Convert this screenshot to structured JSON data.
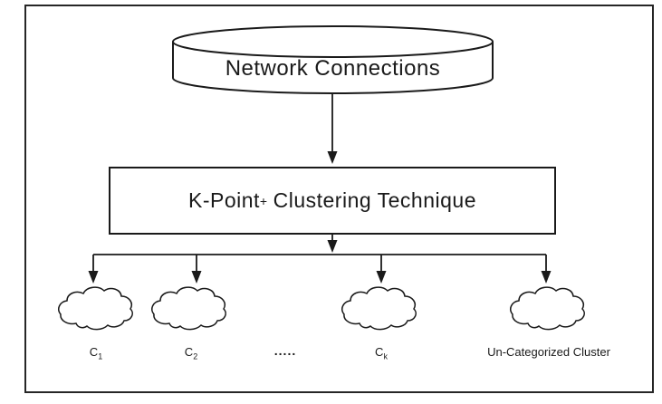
{
  "diagram": {
    "source": {
      "label": "Network Connections"
    },
    "process": {
      "label_prefix": "K-Point",
      "label_sup": "+",
      "label_suffix": "Clustering Technique"
    },
    "clusters": [
      {
        "label_main": "C",
        "label_sub": "1"
      },
      {
        "label_main": "C",
        "label_sub": "2"
      },
      {
        "label_main": "C",
        "label_sub": "k"
      },
      {
        "label_main": "Un-Categorized Cluster",
        "label_sub": ""
      }
    ],
    "ellipsis": ".....",
    "colors": {
      "stroke": "#1a1a1a",
      "frame": "#262626",
      "background": "#ffffff"
    }
  }
}
